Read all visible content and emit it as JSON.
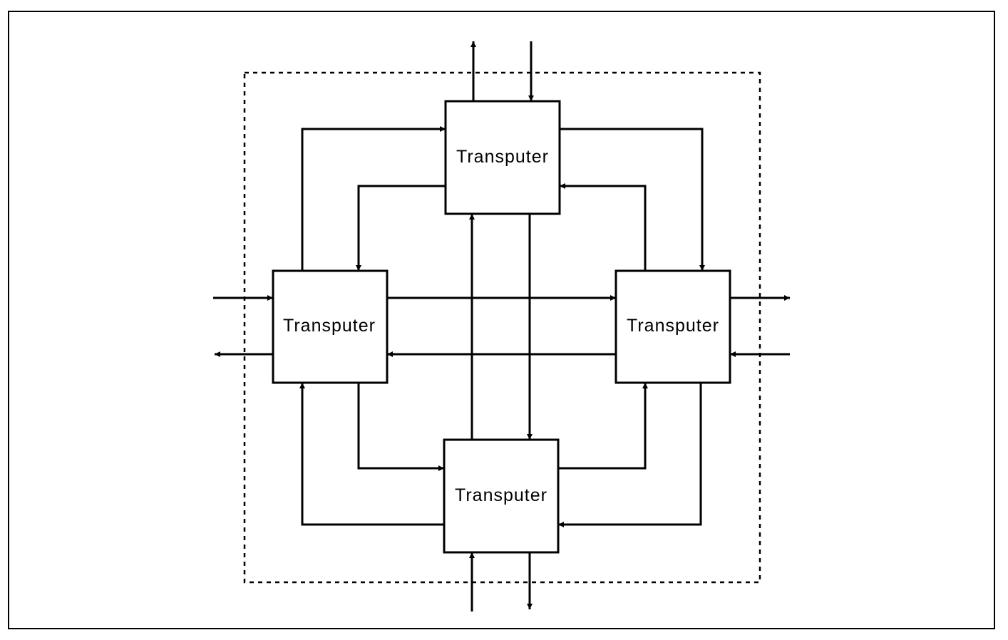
{
  "diagram": {
    "nodes": [
      {
        "id": "top",
        "label": "Transputer"
      },
      {
        "id": "left",
        "label": "Transputer"
      },
      {
        "id": "right",
        "label": "Transputer"
      },
      {
        "id": "bottom",
        "label": "Transputer"
      }
    ],
    "links": [
      {
        "from": "left",
        "to": "top"
      },
      {
        "from": "top",
        "to": "left"
      },
      {
        "from": "top",
        "to": "right"
      },
      {
        "from": "right",
        "to": "top"
      },
      {
        "from": "left",
        "to": "right"
      },
      {
        "from": "right",
        "to": "left"
      },
      {
        "from": "top",
        "to": "bottom"
      },
      {
        "from": "bottom",
        "to": "top"
      },
      {
        "from": "left",
        "to": "bottom"
      },
      {
        "from": "bottom",
        "to": "left"
      },
      {
        "from": "bottom",
        "to": "right"
      },
      {
        "from": "right",
        "to": "bottom"
      }
    ],
    "external_links": [
      {
        "node": "top",
        "direction": "out"
      },
      {
        "node": "top",
        "direction": "in"
      },
      {
        "node": "left",
        "direction": "in"
      },
      {
        "node": "left",
        "direction": "out"
      },
      {
        "node": "right",
        "direction": "out"
      },
      {
        "node": "right",
        "direction": "in"
      },
      {
        "node": "bottom",
        "direction": "in"
      },
      {
        "node": "bottom",
        "direction": "out"
      }
    ],
    "colors": {
      "stroke": "#000000",
      "background": "#ffffff"
    }
  }
}
